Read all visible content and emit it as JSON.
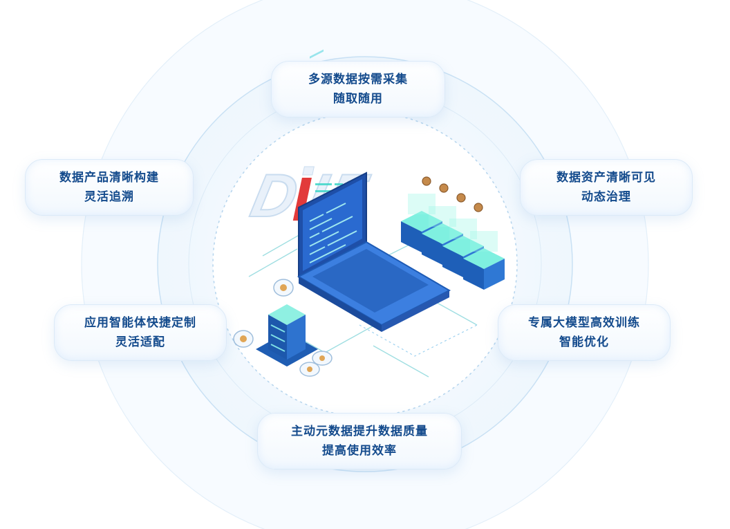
{
  "logo": {
    "text": "DIIF"
  },
  "cards": {
    "top": {
      "line1": "多源数据按需采集",
      "line2": "随取随用"
    },
    "upper_left": {
      "line1": "数据产品清晰构建",
      "line2": "灵活追溯"
    },
    "upper_right": {
      "line1": "数据资产清晰可见",
      "line2": "动态治理"
    },
    "lower_left": {
      "line1": "应用智能体快捷定制",
      "line2": "灵活适配"
    },
    "lower_right": {
      "line1": "专属大模型高效训练",
      "line2": "智能优化"
    },
    "bottom": {
      "line1": "主动元数据提升数据质量",
      "line2": "提高使用效率"
    }
  },
  "colors": {
    "card_text": "#134a8c",
    "ring": "#cfe4f6",
    "accent_blue": "#1e64c8",
    "teal": "#3ed6c8",
    "logo_red": "#e23a3a"
  }
}
